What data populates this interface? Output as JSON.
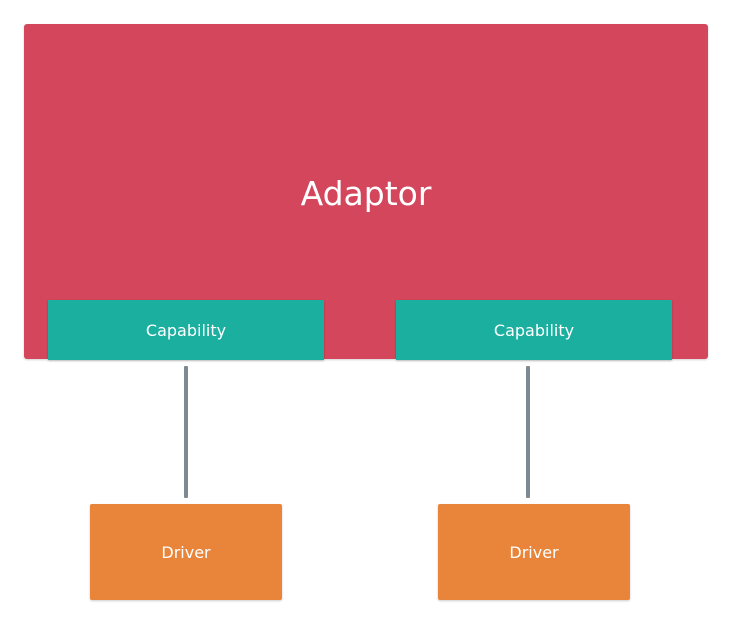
{
  "colors": {
    "adaptor": "#d4465c",
    "capability": "#1aaf9f",
    "connector": "#7d8a93",
    "driver": "#e8853a"
  },
  "adaptor": {
    "label": "Adaptor"
  },
  "capabilities": [
    {
      "label": "Capability"
    },
    {
      "label": "Capability"
    }
  ],
  "drivers": [
    {
      "label": "Driver"
    },
    {
      "label": "Driver"
    }
  ]
}
